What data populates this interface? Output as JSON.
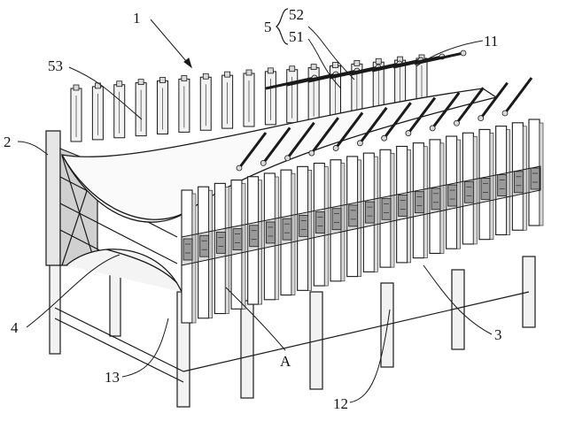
{
  "figure": {
    "reference_labels": {
      "assembly": "1",
      "side_frame": "2",
      "part_3": "3",
      "part_4": "4",
      "group_5": "5",
      "part_51": "51",
      "part_52": "52",
      "part_53": "53",
      "part_11": "11",
      "part_12": "12",
      "part_13": "13",
      "detail_A": "A"
    },
    "colors": {
      "stroke": "#1a1a1a",
      "fill_light": "#f2f2f2",
      "fill_mid": "#d9d9d9",
      "fill_dark": "#9a9a9a",
      "background": "#ffffff"
    }
  }
}
